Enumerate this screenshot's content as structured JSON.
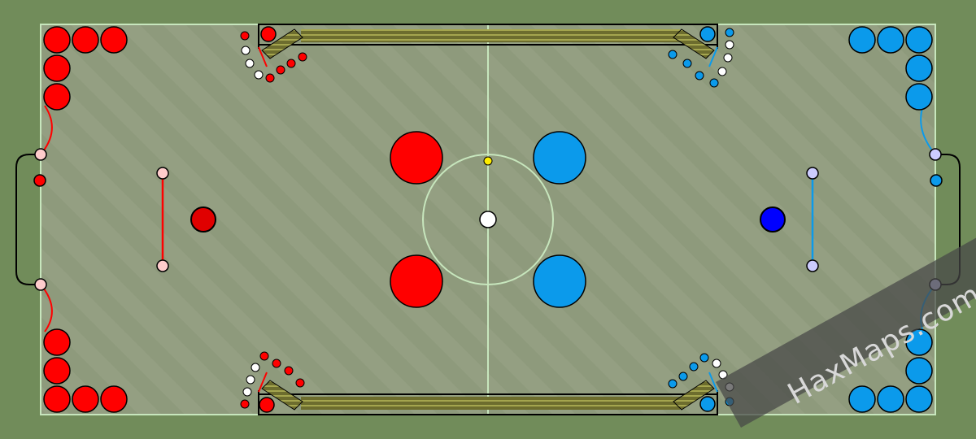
{
  "map": {
    "colors": {
      "background": "#718c5a",
      "pitch": "#8e9a7c",
      "lines": "#c7e6bd",
      "red_team": "#ff0000",
      "blue_team": "#0b9aeb",
      "ball": "#ffffff",
      "red_player": "#e00000",
      "blue_player": "#0000ff",
      "post_red": "#ffcccc",
      "post_blue": "#ccccff",
      "yellow_disc": "#ffee00",
      "bench_fill": "#6d6d2e",
      "bench_stripe": "#a4a54e"
    },
    "red_player": {
      "icon": "red-player-disc"
    },
    "blue_player": {
      "icon": "blue-player-disc"
    },
    "ball": {
      "icon": "ball-disc"
    }
  },
  "watermark": {
    "text": "HaxMaps.com"
  }
}
